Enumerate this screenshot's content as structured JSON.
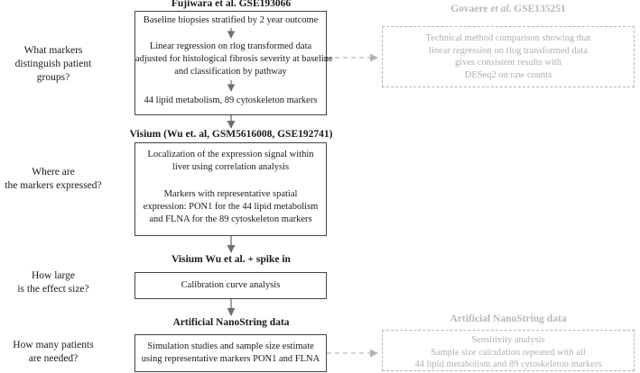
{
  "questions": [
    "What markers distinguish patient groups?",
    "Where are the markers expressed?",
    "How large is the effect size?",
    "How many patients are needed?"
  ],
  "questions_lines": [
    [
      "What markers",
      "distinguish patient groups?"
    ],
    [
      "Where are",
      "the markers expressed?"
    ],
    [
      "How large",
      "is the effect size?"
    ],
    [
      "How many patients",
      "are needed?"
    ]
  ],
  "stage1": {
    "title": "Fujiwara et al. GSE193066",
    "step_a": "Baseline biopsies stratified by 2 year outcome",
    "step_b_lines": [
      "Linear regression on rlog transformed data",
      "adjusted for histological fibrosis severity at baseline",
      "and classification by pathway"
    ],
    "step_c": "44 lipid metabolism, 89 cytoskeleton markers"
  },
  "stage2": {
    "title": "Visium (Wu et. al, GSM5616008, GSE192741)",
    "para1_lines": [
      "Localization of the expression signal within",
      "liver using correlation analysis"
    ],
    "para2_lines": [
      "Markers with representative spatial",
      "expression: PON1 for the 44 lipid metabolism",
      "and FLNA for the 89 cytoskeleton markers"
    ]
  },
  "stage3": {
    "title": "Visium Wu et al. + spike in",
    "text": "Calibration curve analysis"
  },
  "stage4": {
    "title": "Artificial NanoString data",
    "text_lines": [
      "Simulation studies and sample size estimate",
      "using representative markers PON1 and FLNA"
    ]
  },
  "side1": {
    "title_prefix": "Govaere ",
    "title_italic": "et al.",
    "title_suffix": " GSE135251",
    "text_lines": [
      "Technical method comparison showing that",
      "linear regression on rlog transformed data",
      "gives consistent results with",
      "DESeq2 on raw counts"
    ]
  },
  "side2": {
    "title": "Artificial NanoString data",
    "text_lines": [
      "Sensitivity analysis",
      "Sample size calculation repeated with all",
      "44 lipid metabolism and 89 cytoskeleton markers"
    ]
  },
  "colors": {
    "main": "#444444",
    "muted": "#b4b4b4",
    "arrow": "#6e6e6e"
  }
}
